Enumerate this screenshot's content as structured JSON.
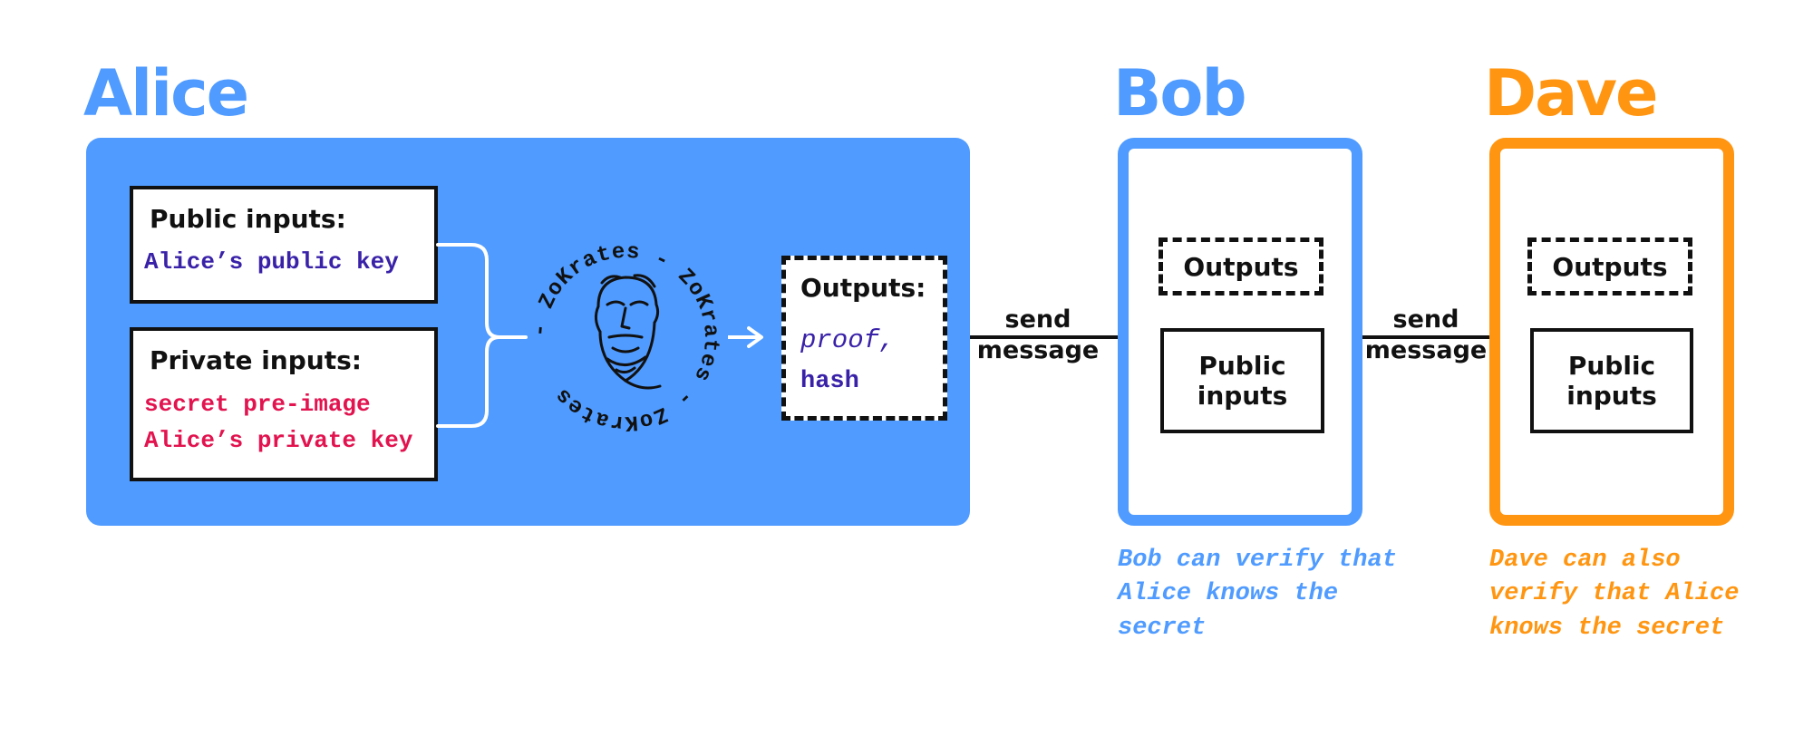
{
  "alice": {
    "title": "Alice",
    "public_label": "Public inputs:",
    "public_values": [
      "Alice’s public key"
    ],
    "private_label": "Private inputs:",
    "private_values": [
      "secret pre-image",
      "Alice’s private key"
    ],
    "logo_text": "ZoKrates",
    "outputs_label": "Outputs:",
    "outputs_values": [
      "proof,",
      "hash"
    ]
  },
  "send1": {
    "line1": "send",
    "line2": "message"
  },
  "bob": {
    "title": "Bob",
    "outputs_label": "Outputs",
    "public_label_1": "Public",
    "public_label_2": "inputs",
    "caption": [
      "Bob can verify that",
      "Alice knows the",
      "secret"
    ]
  },
  "send2": {
    "line1": "send",
    "line2": "message"
  },
  "dave": {
    "title": "Dave",
    "outputs_label": "Outputs",
    "public_label_1": "Public",
    "public_label_2": "inputs",
    "caption": [
      "Dave can also",
      "verify that Alice",
      "knows the secret"
    ]
  },
  "colors": {
    "blue": "#4f9bff",
    "orange": "#ff9510",
    "purple": "#3a22a8",
    "crimson": "#e2134f",
    "dark": "#111111"
  }
}
